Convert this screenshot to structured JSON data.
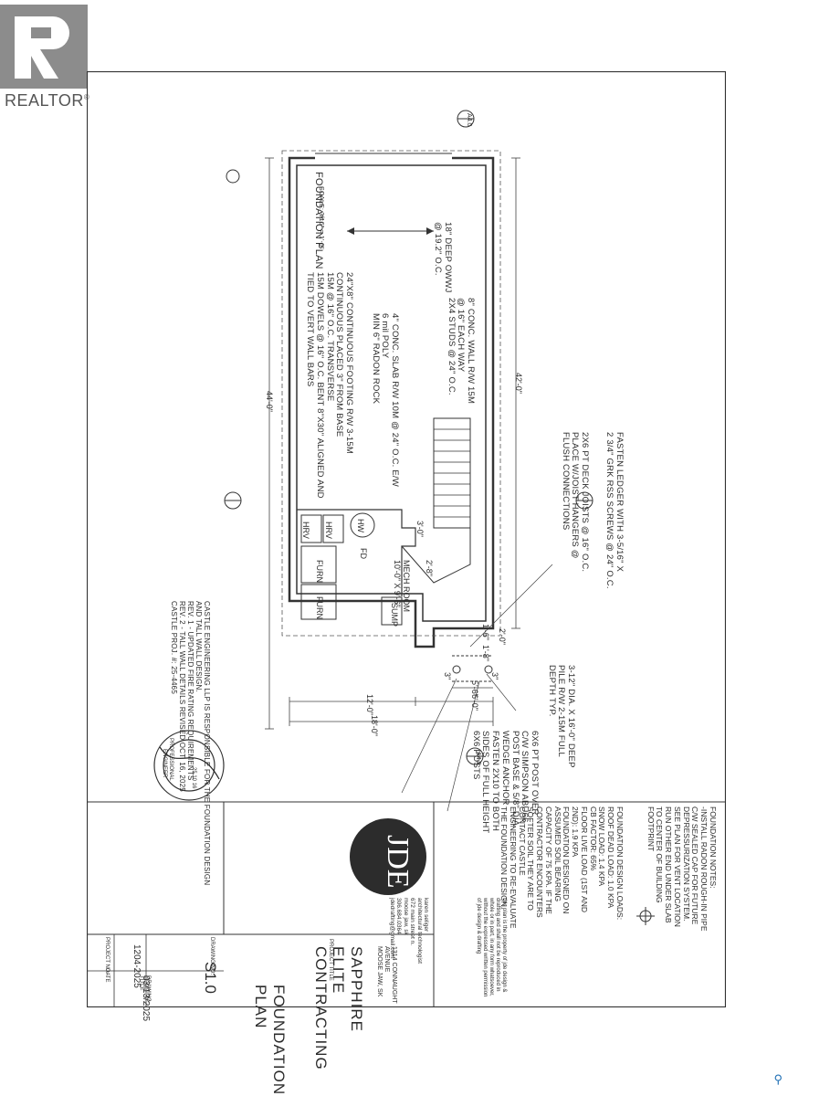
{
  "watermark": {
    "brand": "REALTOR",
    "reg": "®"
  },
  "plan": {
    "title": "FOUNDATION PLAN",
    "scale": "SCALE: 3/16\" = 1'-0\"",
    "section_marker": "A4.0",
    "dims": {
      "overall_len": "44'-0\"",
      "inner_len": "42'-0\"",
      "width_18": "18'-0\"",
      "width_12": "12'-0\"",
      "width_6": "6'-0\"",
      "width_56": "5'-6\"",
      "d2": "2'-0\"",
      "d16": "1'-6\"",
      "d18": "1'-8\"",
      "d3a": "3\"",
      "d3b": "3\"",
      "door30": "3'-0\"",
      "door28": "2'-8\""
    },
    "rooms": {
      "mech": "MECH ROOM\n10'-0\" X 9'-6\"",
      "hw": "HW",
      "hrv1": "HRV",
      "hrv2": "HRV",
      "furn1": "FURN",
      "furn2": "FURN",
      "fd": "FD",
      "sump": "SUMP"
    },
    "notes": {
      "owwj": "18\" DEEP OWWJ\n@ 19.2\" O.C.",
      "wall": "8\" CONC. WALL R/W 15M\n@ 16\" EACH WAY\n2X4 STUDS @ 24\" O.C.",
      "slab": "4\" CONC. SLAB R/W 10M @ 24\" O.C. E/W\n6 mil POLY\nMIN 6\" RADON ROCK",
      "footing": "24\"X8\" CONTINUOUS FOOTING R/W 3-15M\nCONTINUOUS PLACED 3\" FROM BASE\n15M @ 16\" O.C. TRANSVERSE\n15M DOWELS @ 16\" O.C. BENT 8\"X30\" ALIGNED AND\nTIED TO VERT WALL BARS",
      "deck": "2X6 PT DECK JOISTS @ 16\" O.C.\nPLACE W/JOIST HANGERS @\nFLUSH CONNECTIONS",
      "ledger": "FASTEN LEDGER WITH 3-5/16\" X\n2 3/4\" GRK RSS SCREWS @ 24\" O.C.",
      "pile": "3-12\" DIA. X 16'-0\" DEEP\nPILE R/W 2-15M FULL\nDEPTH TYP.",
      "post": "6X6 PT POST OVER\nC/W SIMPSON ABU66\nPOST BASE & 5/8\" DIA.\nWEDGE ANCHOR",
      "fasten": "FASTEN 2X10 TO BOTH\nSIDES OF FULL HEIGHT\n6X6 POSTS",
      "castle": "CASTLE ENGINEERING LLP IS RESPONSIBLE FOR THE FOUNDATION DESIGN\nAND TALL WALL DESIGN.\nREV. 1 - UPDATED FIRE RATING REQUIREMENTS\nREV. 2 - TALL WALL DETAILS REVISED OCT. 16, 2025\nCASTLE PROJ. #: 25-4465"
    },
    "seal": {
      "line1": "PROFESSIONAL",
      "line2": "ENGINEER",
      "date": "25 10 16"
    }
  },
  "titleblock": {
    "foundation_notes": "FOUNDATION NOTES:\n-INSTALL RADON ROUGH-IN PIPE\nC/W SEALED CAP FOR FUTURE\nDEPRESSURIZATION SYSTEM.\nSEE PLAN FOR VENT LOCATION\nRUN OTHER END UNDER SLAB\nTO CENTER OF BUILDING\nFOOTPRINT",
    "design_loads": "FOUNDATION DESIGN LOADS:\nROOF DEAD LOAD: 1.0 KPA\nSNOW LOAD: 1.4 KPA\nCB FACTOR: 65%\nFLOOR LIVE LOAD (1ST AND\n2ND): 1.9 KPA\nFOUNDATION DESIGNED ON\nASSUMED SOIL BEARING\nCAPACITY OF 75 KPA. IF THE\nCONTRACTOR ENCOUNTERS\nSOFTER SOIL THEY ARE TO\nCONTACT CASTLE\nENGINEERING TO RE-EVALUATE\nTHE FOUNDATION DESIGN.",
    "logo": "JDE",
    "designer": "karen seliger\narchitectural technologist\n672 main street n.\nmoose jaw, sk\n306.684.0364\njdedrafting@gmail.com",
    "copyright": "this plan is the property of jde design &\ndrafting and shall not be reproduced in\nwhole or in part, in any form whatsoever,\nwithout the expressed written permission\nof jde design & drafting",
    "project_title_label": "PROJECT TITLE",
    "project_title": "SAPPHIRE ELITE\nCONTRACTING",
    "address": "1314 CONNAUGHT AVENUE\nMOOSE JAW, SK",
    "drawing_title_label": "DRAWING TITLE",
    "drawing_title": "FOUNDATION PLAN",
    "project_no_label": "PROJECT NO.",
    "project_no": "1204-2025",
    "date_label": "DATE",
    "date": "03/13/2025",
    "drawing_no_label": "DRAWING NO.",
    "drawing_no": "S1.0"
  }
}
